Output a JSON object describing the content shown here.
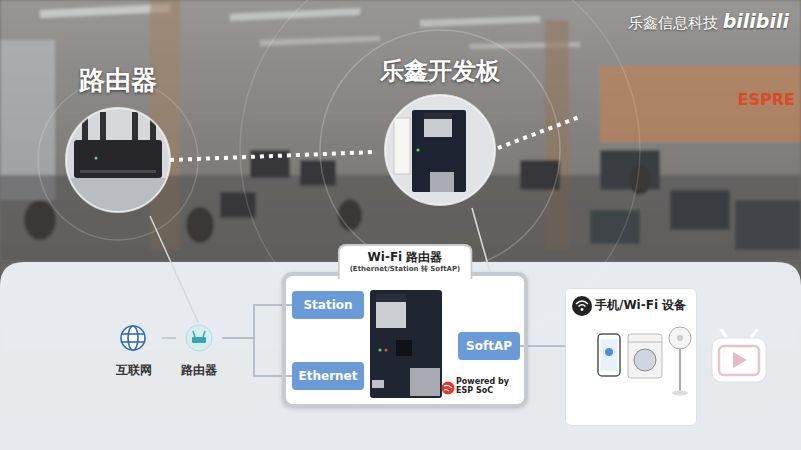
{
  "diagram": {
    "nodes": [
      {
        "text": [
          "路由器"
        ]
      },
      {
        "text": [
          "乐鑫开发板"
        ]
      },
      {
        "text": [
          "互联网"
        ]
      },
      {
        "text": [
          "路由器"
        ]
      },
      {
        "text": [
          "Wi-Fi 路由器",
          "(Ethernet/Station 转 SoftAP)"
        ]
      },
      {
        "text": [
          "Station"
        ],
        "in": 4
      },
      {
        "text": [
          "Ethernet"
        ],
        "in": 4
      },
      {
        "text": [
          "SoftAP"
        ],
        "in": 4
      },
      {
        "text": [
          "手机/Wi-Fi 设备"
        ]
      }
    ],
    "edges": [
      {
        "from": 0,
        "to": 1,
        "arrow": "none"
      },
      {
        "from": 1,
        "to": 4,
        "arrow": "none"
      },
      {
        "from": 0,
        "to": 3,
        "arrow": "none"
      },
      {
        "from": 2,
        "to": 3,
        "arrow": "none"
      },
      {
        "from": 3,
        "to": 5,
        "arrow": "none"
      },
      {
        "from": 3,
        "to": 6,
        "arrow": "none"
      },
      {
        "from": 7,
        "to": 8,
        "arrow": "none"
      }
    ],
    "labels": [
      "乐鑫信息科技",
      "bilibili",
      "ESPRE",
      "Powered by ESP SoC"
    ]
  }
}
